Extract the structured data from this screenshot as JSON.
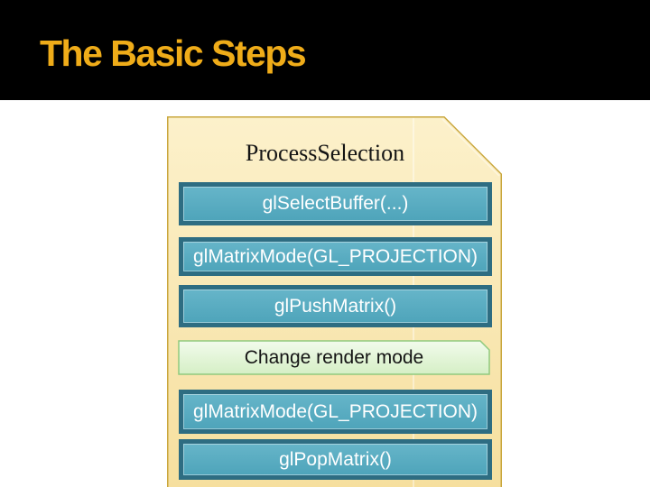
{
  "header": {
    "title": "The Basic Steps",
    "bg_color": "#000000",
    "title_color": "#EFAC19"
  },
  "diagram": {
    "document_label": "ProcessSelection",
    "steps": [
      {
        "label": "glSelectBuffer(...)",
        "kind": "gl-call"
      },
      {
        "label": "glMatrixMode(GL_PROJECTION)",
        "kind": "gl-call"
      },
      {
        "label": "glPushMatrix()",
        "kind": "gl-call"
      },
      {
        "label": "Change render mode",
        "kind": "action"
      },
      {
        "label": "glMatrixMode(GL_PROJECTION)",
        "kind": "gl-call"
      },
      {
        "label": "glPopMatrix()",
        "kind": "gl-call"
      }
    ],
    "colors": {
      "document_fill_top": "#FCF1CB",
      "document_fill_bottom": "#F6DF9E",
      "document_border": "#C9A63C",
      "step_fill_top": "#66B5C9",
      "step_fill_bottom": "#4EA4BA",
      "step_border": "#2E6D82",
      "step_text": "#FFFFFF",
      "action_fill_top": "#F2FBEC",
      "action_fill_bottom": "#D5EFC5",
      "action_border": "#8FCA7E",
      "action_text": "#141414"
    }
  }
}
